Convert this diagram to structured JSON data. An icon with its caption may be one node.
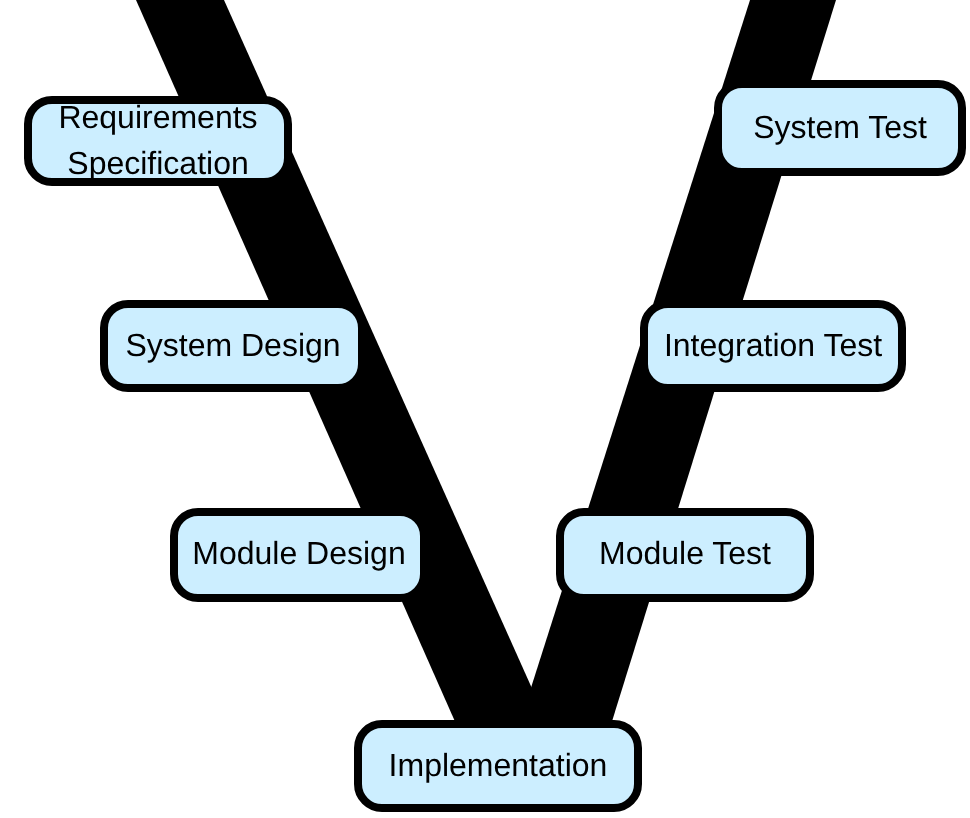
{
  "diagram": {
    "nodes": [
      {
        "text": [
          "Requirements Specification"
        ]
      },
      {
        "text": [
          "System Design"
        ]
      },
      {
        "text": [
          "Module Design"
        ]
      },
      {
        "text": [
          "Implementation"
        ]
      },
      {
        "text": [
          "Module Test"
        ]
      },
      {
        "text": [
          "Integration Test"
        ]
      },
      {
        "text": [
          "System Test"
        ]
      }
    ]
  }
}
